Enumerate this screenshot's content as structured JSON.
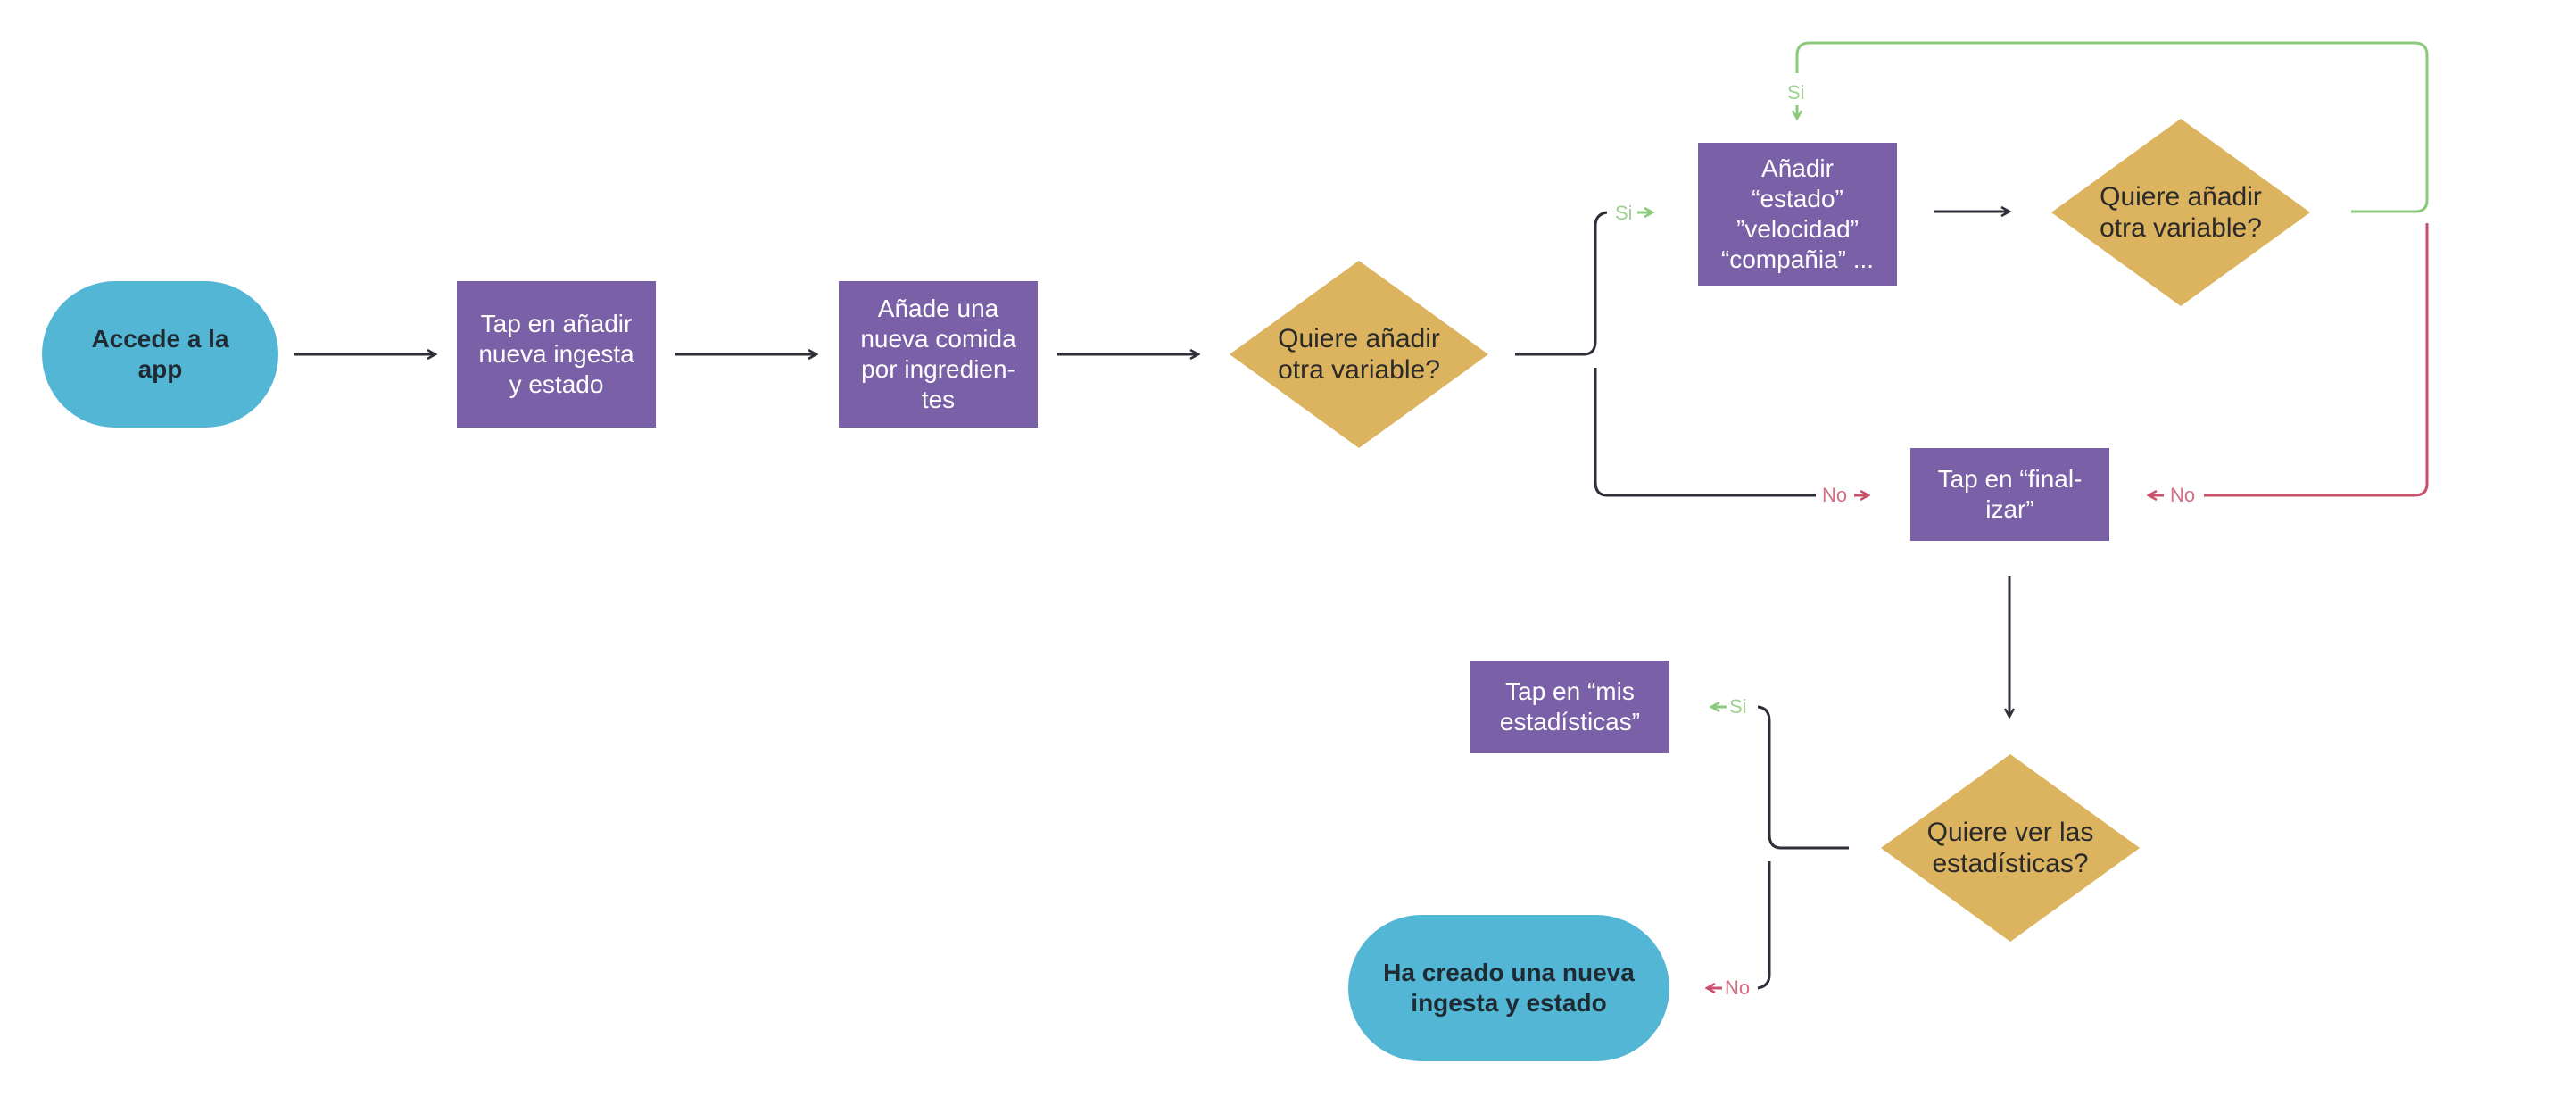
{
  "colors": {
    "terminal": "#53b6d5",
    "process": "#7a60a6",
    "decision": "#dcb35f",
    "connector": "#2f2f3a",
    "yes": "#8cc97c",
    "no": "#c9506a"
  },
  "nodes": {
    "start": "Accede a la\napp",
    "tap_add_intake": "Tap en añadir\nnueva ingesta\ny estado",
    "add_meal": "Añade una\nnueva comida\npor ingredien-\ntes",
    "decision_variable_1": "Quiere añadir\notra variable?",
    "add_state": "Añadir\n“estado”\n”velocidad”\n“compañia” ...",
    "decision_variable_2": "Quiere añadir\notra variable?",
    "tap_finish": "Tap en “final-\nizar”",
    "decision_stats": "Quiere ver las\nestadísticas?",
    "tap_stats": "Tap en “mis\nestadísticas”",
    "end": "Ha creado una nueva\ningesta y estado"
  },
  "labels": {
    "yes": "Si",
    "no": "No"
  }
}
